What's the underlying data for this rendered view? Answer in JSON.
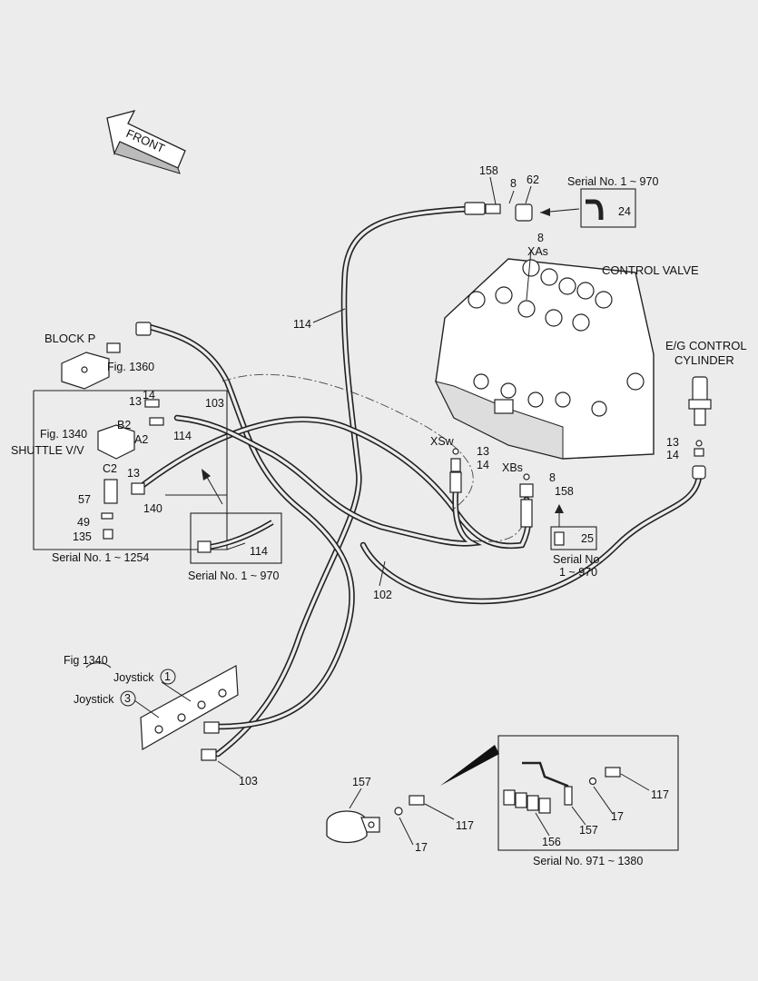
{
  "front_label": "FRONT",
  "labels": {
    "block_p": "BLOCK P",
    "fig_1360": "Fig. 1360",
    "fig_1340": "Fig. 1340",
    "shuttle_vv": "SHUTTLE V/V",
    "serial_1_1254": "Serial No. 1 ~ 1254",
    "serial_1_970_a": "Serial No. 1 ~ 970",
    "serial_1_970_b": "Serial No. 1 ~ 970",
    "serial_no_c": "Serial No.",
    "serial_1_970_c": "1 ~ 970",
    "serial_971_1380": "Serial No. 971 ~ 1380",
    "control_valve": "CONTROL VALVE",
    "eg_control_1": "E/G CONTROL",
    "eg_control_2": "CYLINDER",
    "xas": "XAs",
    "xsw": "XSw",
    "xbs": "XBs",
    "b2": "B2",
    "a2": "A2",
    "c2": "C2",
    "fig1340_joy": "Fig 1340",
    "joystick_1": "Joystick",
    "joystick_3": "Joystick",
    "circ_1": "1",
    "circ_3": "3"
  },
  "parts": {
    "p158a": "158",
    "p8a": "8",
    "p62": "62",
    "p24": "24",
    "p8b": "8",
    "p114a": "114",
    "p13a": "13",
    "p14a": "14",
    "p103a": "103",
    "p114b": "114",
    "p13b": "13",
    "p57": "57",
    "p140": "140",
    "p49": "49",
    "p135": "135",
    "p114c": "114",
    "p13c": "13",
    "p14c": "14",
    "p8c": "8",
    "p158b": "158",
    "p25": "25",
    "p13d": "13",
    "p14d": "14",
    "p102": "102",
    "p103b": "103",
    "p157a": "157",
    "p117a": "117",
    "p17a": "17",
    "p117b": "117",
    "p17b": "17",
    "p156": "156",
    "p157b": "157"
  }
}
